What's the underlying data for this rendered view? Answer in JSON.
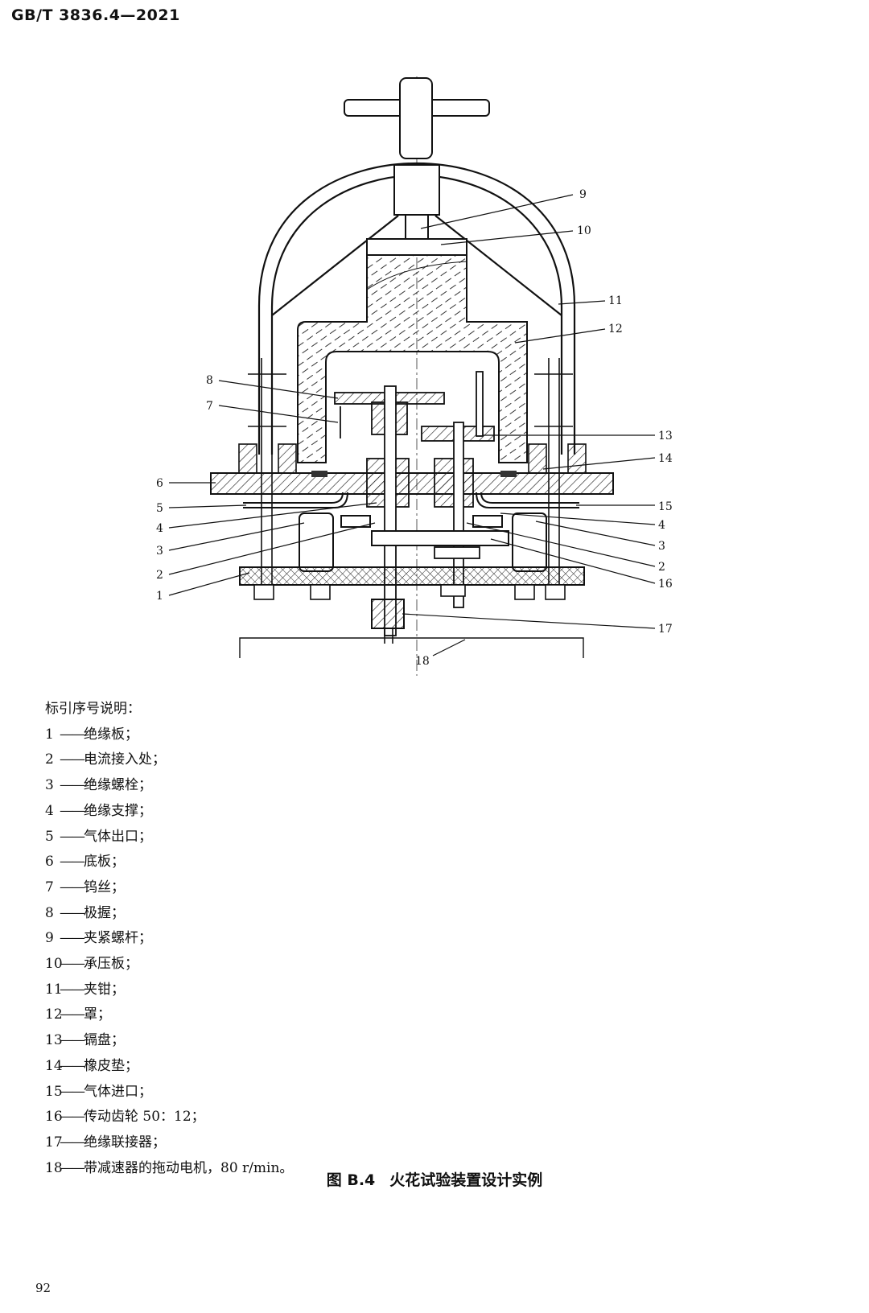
{
  "header": {
    "standard_code": "GB/T 3836.4—2021"
  },
  "figure": {
    "callouts": [
      "1",
      "2",
      "3",
      "4",
      "5",
      "6",
      "7",
      "8",
      "9",
      "10",
      "11",
      "12",
      "13",
      "14",
      "15",
      "16",
      "17",
      "18"
    ],
    "right_side": [
      "9",
      "10",
      "11",
      "12",
      "13",
      "14",
      "15",
      "4",
      "3",
      "2",
      "16",
      "17"
    ],
    "left_side": [
      "8",
      "7",
      "6",
      "5",
      "4",
      "3",
      "2",
      "1"
    ]
  },
  "legend": {
    "title": "标引序号说明：",
    "dash": "——",
    "items": [
      {
        "num": "1",
        "text": "绝缘板；"
      },
      {
        "num": "2",
        "text": "电流接入处；"
      },
      {
        "num": "3",
        "text": "绝缘螺栓；"
      },
      {
        "num": "4",
        "text": "绝缘支撑；"
      },
      {
        "num": "5",
        "text": "气体出口；"
      },
      {
        "num": "6",
        "text": "底板；"
      },
      {
        "num": "7",
        "text": "钨丝；"
      },
      {
        "num": "8",
        "text": "极握；"
      },
      {
        "num": "9",
        "text": "夹紧螺杆；"
      },
      {
        "num": "10",
        "text": "承压板；"
      },
      {
        "num": "11",
        "text": "夹钳；"
      },
      {
        "num": "12",
        "text": "罩；"
      },
      {
        "num": "13",
        "text": "镉盘；"
      },
      {
        "num": "14",
        "text": "橡皮垫；"
      },
      {
        "num": "15",
        "text": "气体进口；"
      },
      {
        "num": "16",
        "text": "传动齿轮 50：12；"
      },
      {
        "num": "17",
        "text": "绝缘联接器；"
      },
      {
        "num": "18",
        "text": "带减速器的拖动电机，80 r/min。"
      }
    ]
  },
  "caption": {
    "label": "图 B.4",
    "title": "火花试验装置设计实例"
  },
  "footer": {
    "page_number": "92"
  }
}
